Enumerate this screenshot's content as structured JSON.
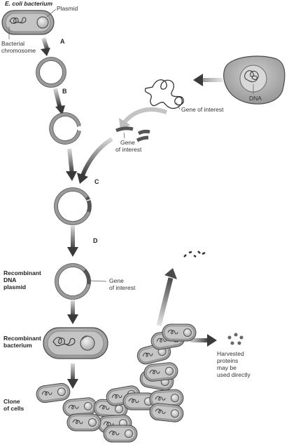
{
  "labels": {
    "ecoli_title": "E. coli bacterium",
    "plasmid": "Plasmid",
    "bacterial_chromosome": [
      "Bacterial",
      "chromosome"
    ],
    "step_a": "A",
    "step_b": "B",
    "step_c": "C",
    "step_d": "D",
    "dna": "DNA",
    "gene_of_interest_1": "Gene of interest",
    "gene_of_interest_2": [
      "Gene",
      "of interest"
    ],
    "recombinant_plasmid": [
      "Recombinant",
      "DNA",
      "plasmid"
    ],
    "gene_of_interest_3": [
      "Gene",
      "of interest"
    ],
    "recombinant_bacterium": [
      "Recombinant",
      "bacterium"
    ],
    "clone_of_cells": [
      "Clone",
      "of cells"
    ],
    "harvested": [
      "Harvested",
      "proteins",
      "may be",
      "used directly"
    ]
  },
  "colors": {
    "cell_fill": "#a9a9a9",
    "cell_inner": "#c9c9c9",
    "cell_outline": "#4a4a4a",
    "ring": "#9a9a9a",
    "arrow": "#4a4a4a",
    "gene_segment": "#555555"
  }
}
